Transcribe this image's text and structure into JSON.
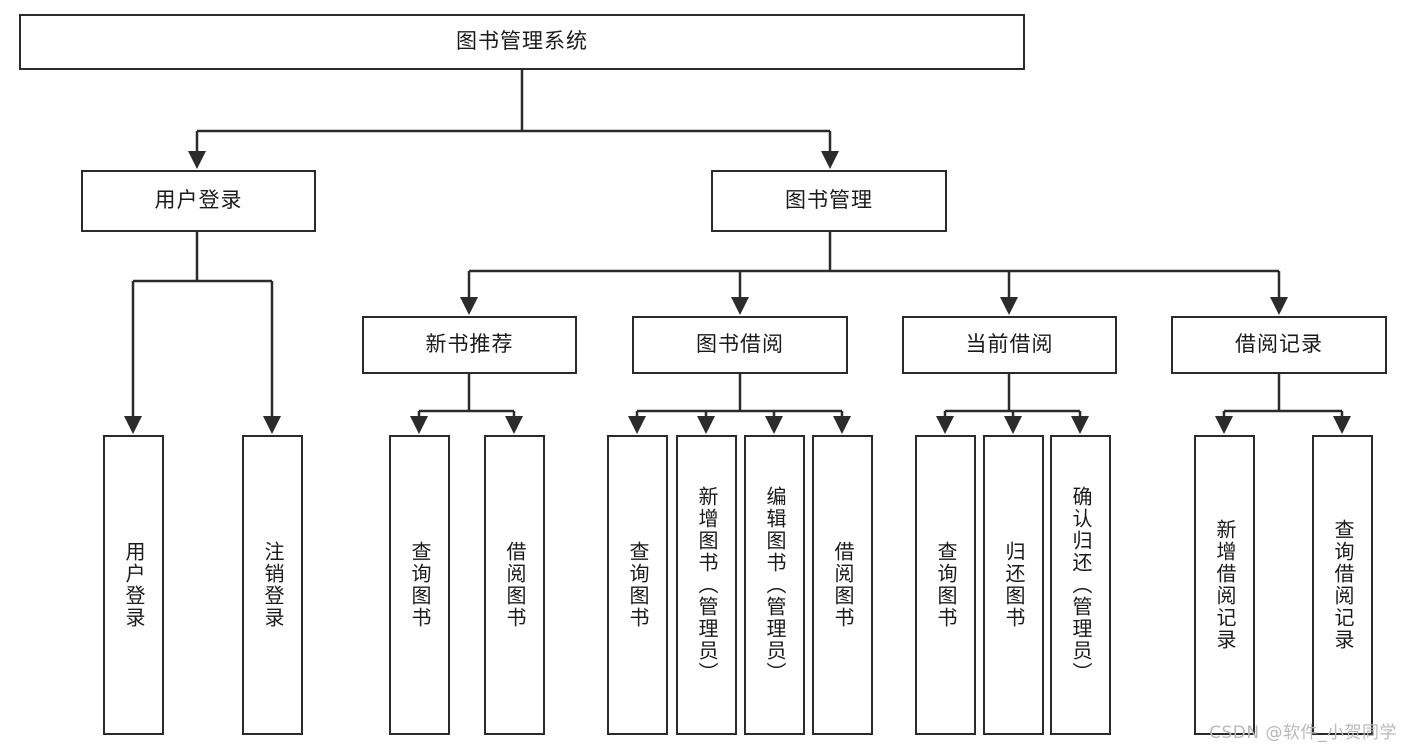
{
  "diagram": {
    "type": "tree",
    "title": "图书管理系统",
    "root": {
      "label": "图书管理系统"
    },
    "level1": [
      {
        "label": "用户登录"
      },
      {
        "label": "图书管理"
      }
    ],
    "level2": [
      {
        "label": "新书推荐",
        "parent": "图书管理"
      },
      {
        "label": "图书借阅",
        "parent": "图书管理"
      },
      {
        "label": "当前借阅",
        "parent": "图书管理"
      },
      {
        "label": "借阅记录",
        "parent": "图书管理"
      }
    ],
    "leaves": {
      "user_login": [
        {
          "label": "用户登录"
        },
        {
          "label": "注销登录"
        }
      ],
      "new_book_recommend": [
        {
          "label": "查询图书"
        },
        {
          "label": "借阅图书"
        }
      ],
      "book_borrow": [
        {
          "label": "查询图书"
        },
        {
          "label": "新增图书（管理员）"
        },
        {
          "label": "编辑图书（管理员）"
        },
        {
          "label": "借阅图书"
        }
      ],
      "current_borrow": [
        {
          "label": "查询图书"
        },
        {
          "label": "归还图书"
        },
        {
          "label": "确认归还（管理员）"
        }
      ],
      "borrow_record": [
        {
          "label": "新增借阅记录"
        },
        {
          "label": "查询借阅记录"
        }
      ]
    }
  },
  "watermark": {
    "text": "CSDN @软件_小贺同学"
  },
  "colors": {
    "stroke": "#2b2b2b",
    "background": "#ffffff",
    "text": "#1a1a1a",
    "watermark": "#b9b9b9"
  }
}
